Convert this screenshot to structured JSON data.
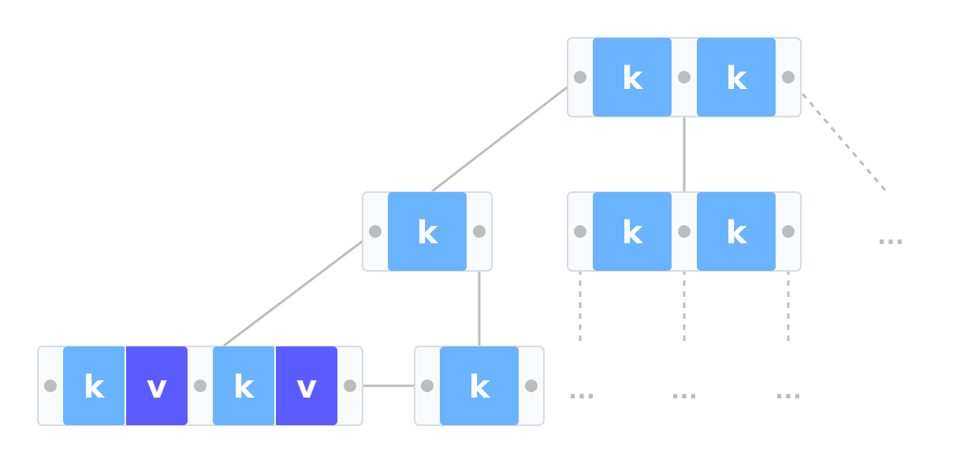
{
  "colors": {
    "node_background": "#f8fafc",
    "node_border": "#d5dbe3",
    "key_fill": "#6ab4ff",
    "value_fill": "#5b5cff",
    "connector": "#bdbdbd",
    "pointer_dot": "#bdbdbd",
    "label_text": "#ffffff"
  },
  "labels": {
    "key": "k",
    "value": "v",
    "ellipsis": "..."
  },
  "nodes": [
    {
      "id": "root",
      "level": 0,
      "entries": [
        "k",
        "k"
      ]
    },
    {
      "id": "internal-left",
      "level": 1,
      "entries": [
        "k"
      ]
    },
    {
      "id": "internal-right",
      "level": 1,
      "entries": [
        "k",
        "k"
      ]
    },
    {
      "id": "leaf-1",
      "level": 2,
      "type": "leaf",
      "entries": [
        [
          "k",
          "v"
        ],
        [
          "k",
          "v"
        ]
      ]
    },
    {
      "id": "leaf-2",
      "level": 2,
      "type": "leaf",
      "entries": [
        "k"
      ]
    }
  ],
  "edges": [
    {
      "from": "root",
      "to": "internal-left",
      "style": "solid"
    },
    {
      "from": "root",
      "to": "internal-right",
      "style": "solid"
    },
    {
      "from": "root",
      "to": "more-children",
      "style": "dashed"
    },
    {
      "from": "internal-left",
      "to": "leaf-1",
      "style": "solid"
    },
    {
      "from": "internal-left",
      "to": "leaf-2",
      "style": "solid"
    },
    {
      "from": "leaf-1",
      "to": "leaf-2",
      "style": "solid",
      "kind": "sibling-link"
    },
    {
      "from": "internal-right",
      "to": "more-children",
      "style": "dashed"
    }
  ]
}
